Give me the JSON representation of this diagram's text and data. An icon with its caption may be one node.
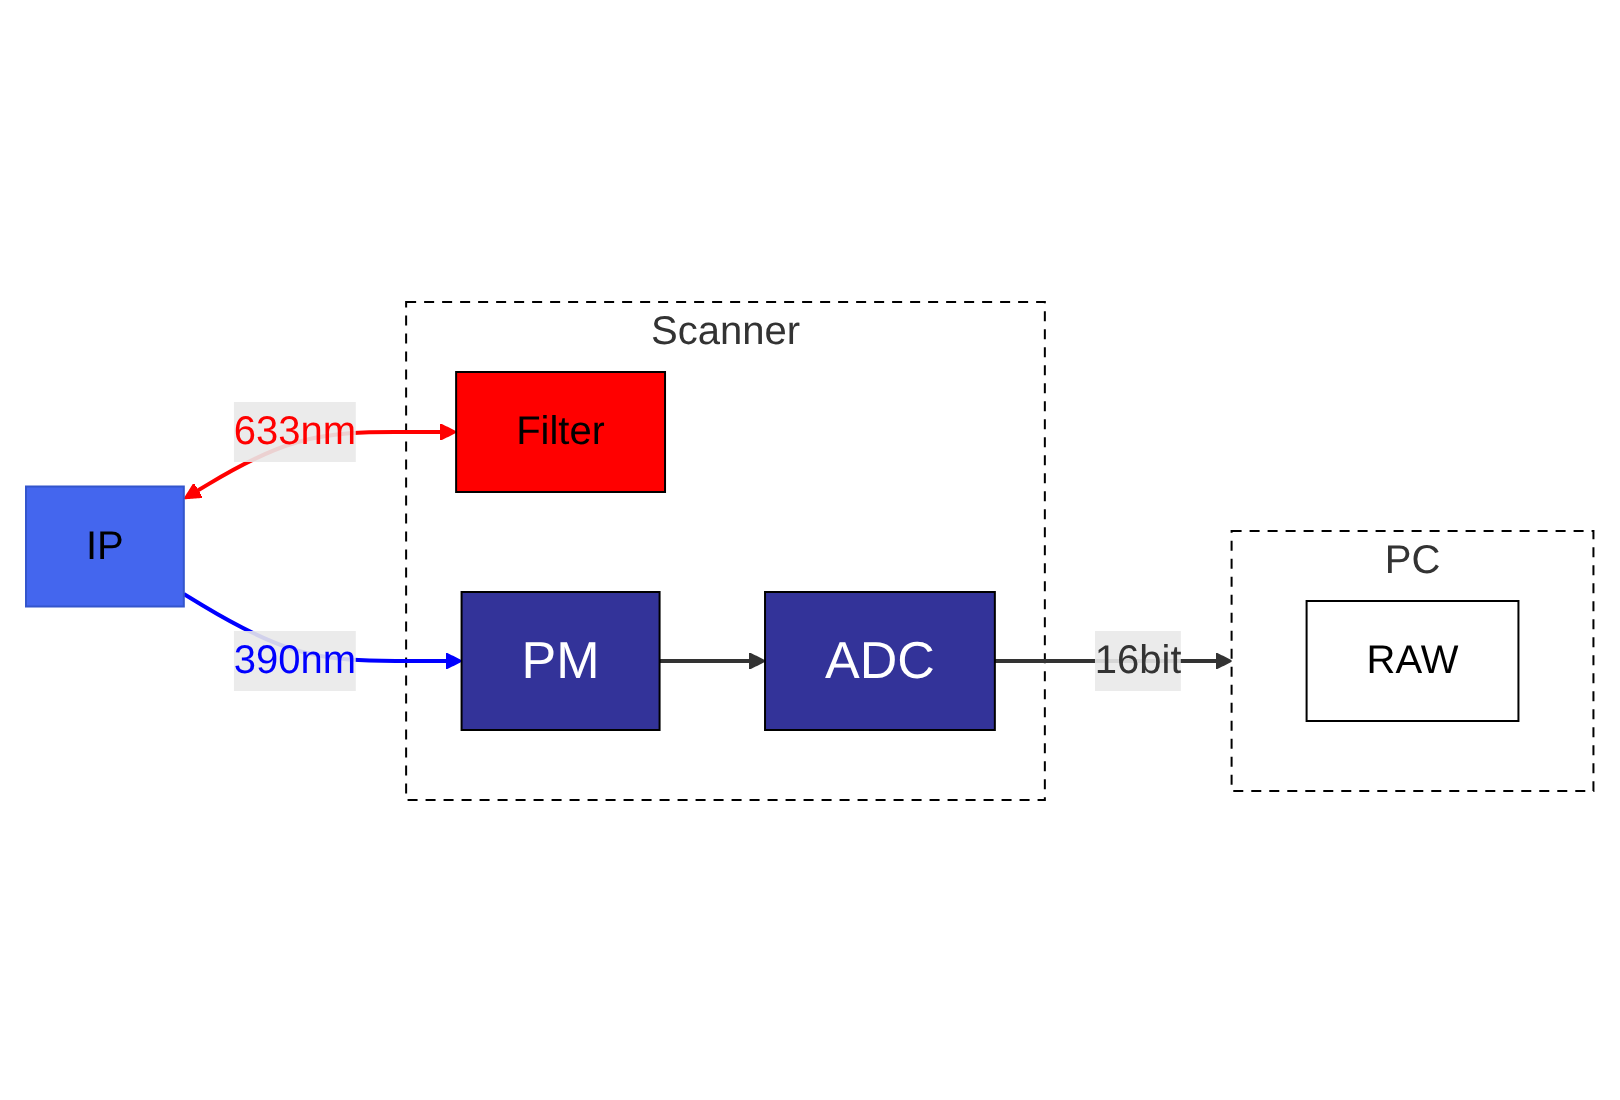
{
  "diagram": {
    "nodes": [
      {
        "text": [
          "IP"
        ]
      },
      {
        "text": [
          "Scanner"
        ]
      },
      {
        "text": [
          "Filter"
        ],
        "in": 1
      },
      {
        "text": [
          "PC"
        ]
      },
      {
        "text": [
          "PM"
        ],
        "in": 1
      },
      {
        "text": [
          "ADC"
        ],
        "in": 1
      },
      {
        "text": [
          "RAW"
        ],
        "in": 3
      }
    ],
    "edges": [
      {
        "from": 0,
        "to": 2,
        "arrow": "both",
        "label": "633nm",
        "color": "#ff0000"
      },
      {
        "from": 0,
        "to": 4,
        "arrow": "to",
        "label": "390nm",
        "color": "#0000ff"
      },
      {
        "from": 4,
        "to": 5,
        "arrow": "to"
      },
      {
        "from": 5,
        "to": 3,
        "arrow": "to",
        "label": "16bit"
      }
    ]
  }
}
